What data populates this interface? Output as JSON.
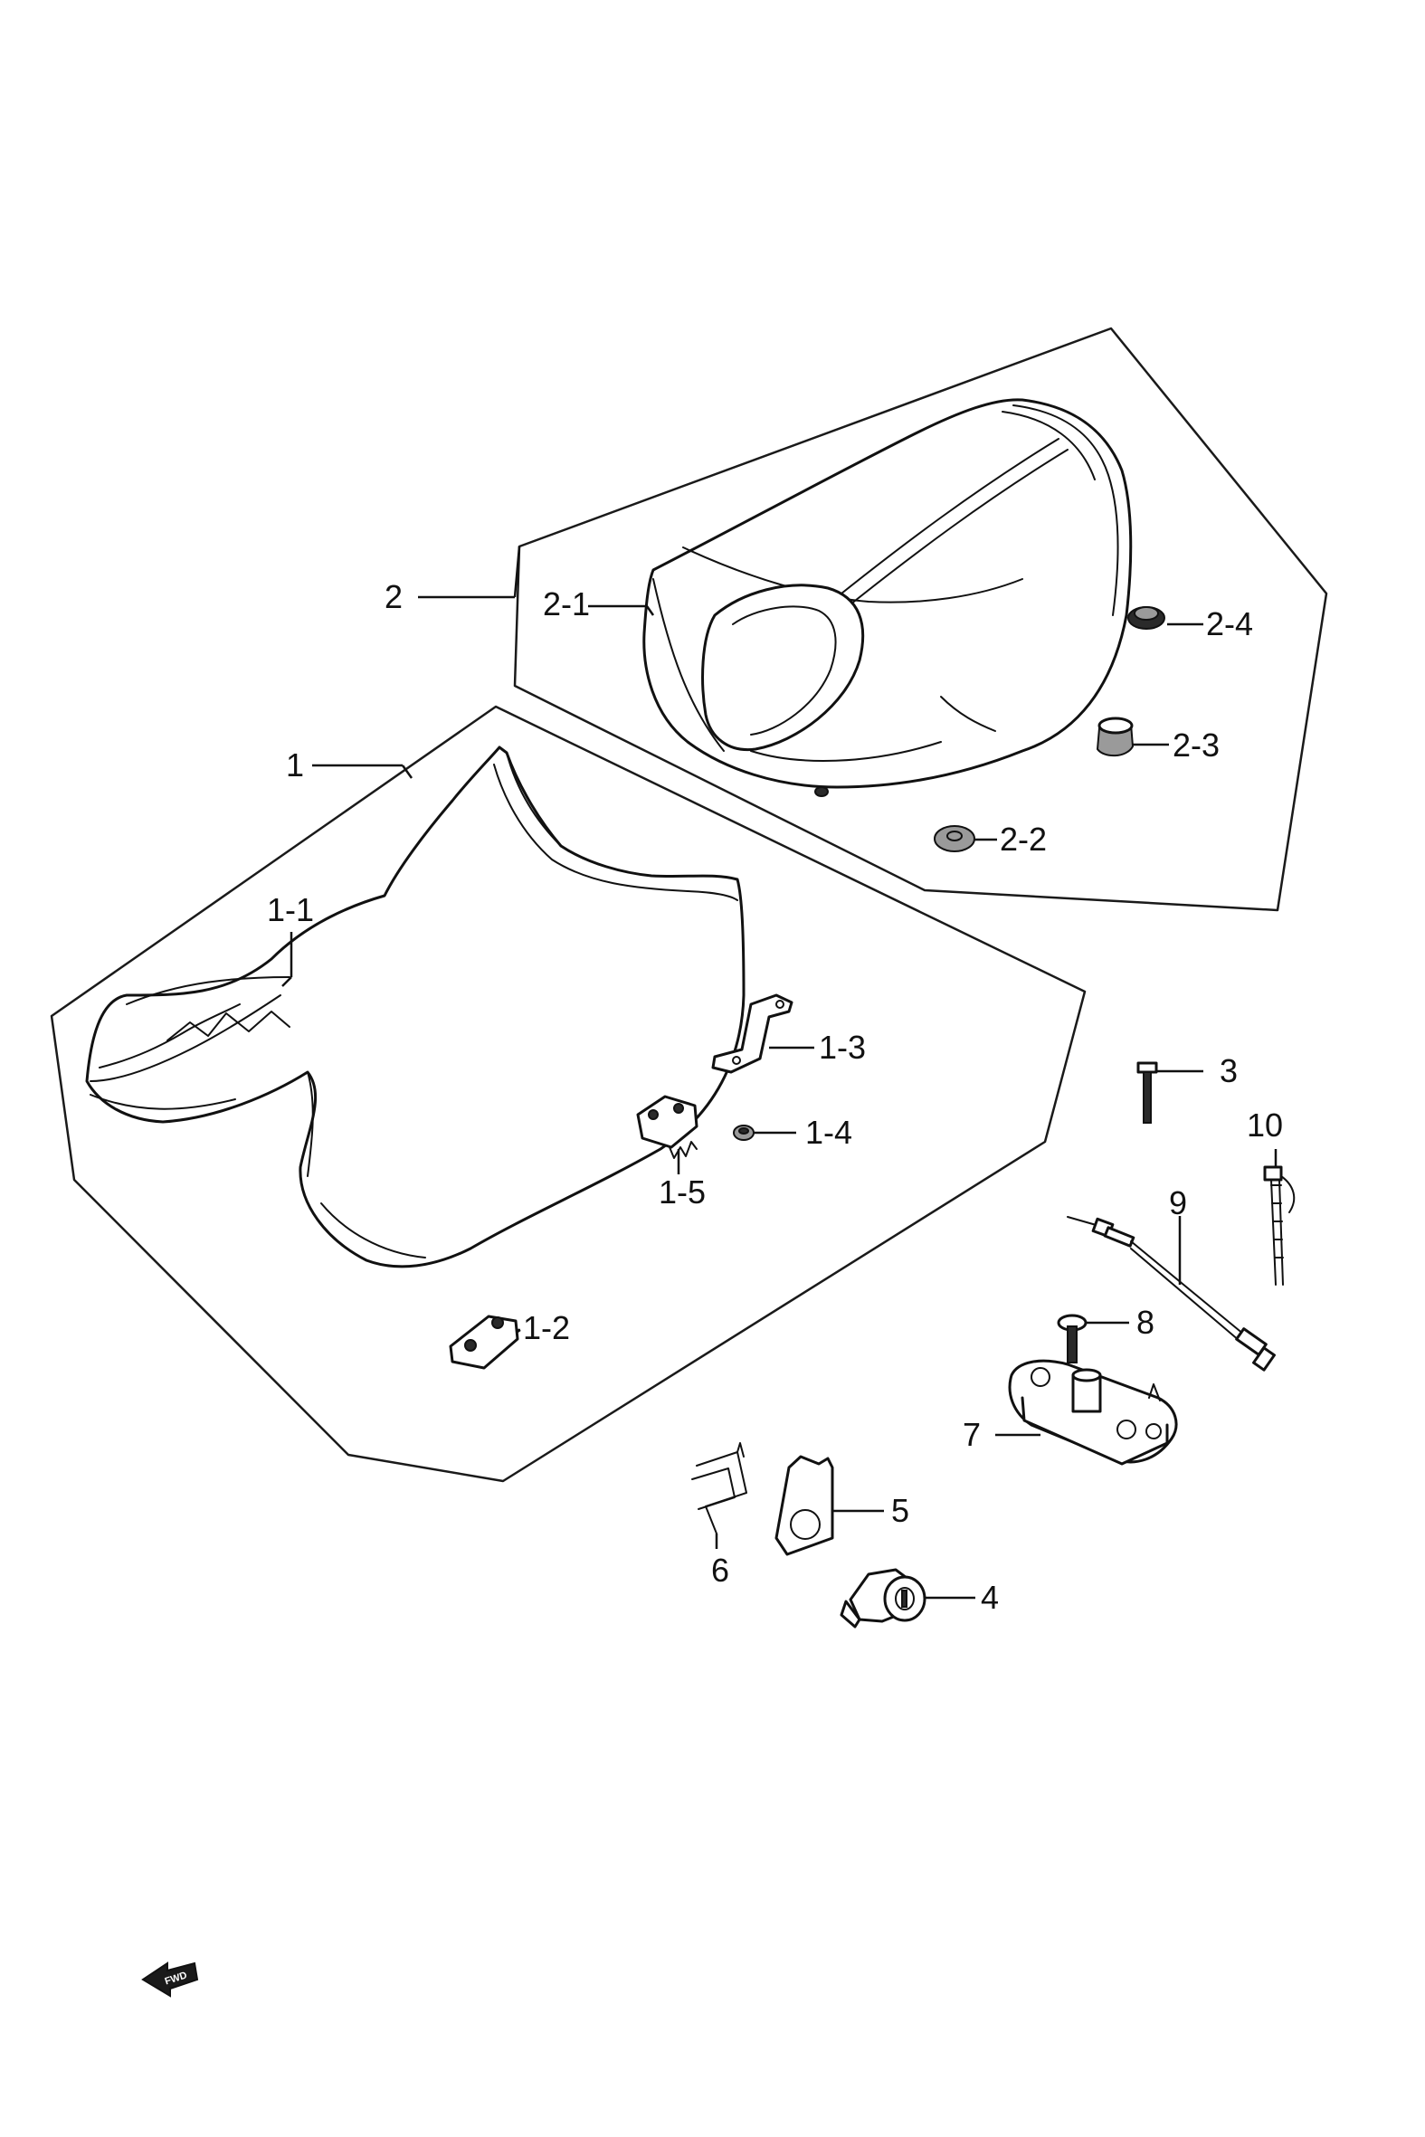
{
  "diagram": {
    "callouts": {
      "c1": "1",
      "c1_1": "1-1",
      "c1_2": "1-2",
      "c1_3": "1-3",
      "c1_4": "1-4",
      "c1_5": "1-5",
      "c2": "2",
      "c2_1": "2-1",
      "c2_2": "2-2",
      "c2_3": "2-3",
      "c2_4": "2-4",
      "c3": "3",
      "c4": "4",
      "c5": "5",
      "c6": "6",
      "c7": "7",
      "c8": "8",
      "c9": "9",
      "c10": "10"
    },
    "fwd_arrow": {
      "label": "FWD",
      "icon": "fwd-arrow-icon"
    },
    "colors": {
      "line": "#111111",
      "background": "#ffffff"
    }
  }
}
